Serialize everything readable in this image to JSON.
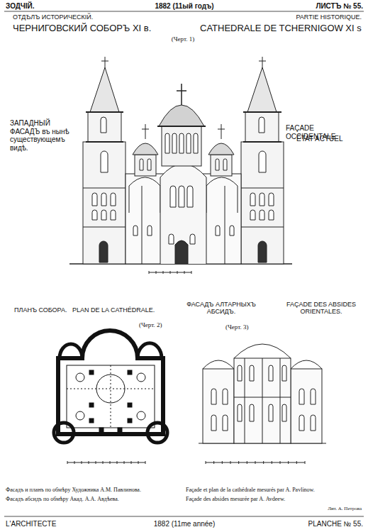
{
  "diagram": {
    "title": "ЧЕРНИГОВСКИЙ СОБОРЪ XI в.",
    "labels": [
      "ЗОДЧІЙ.",
      "1882 (11ый годъ)",
      "ЛИСТЪ № 55.",
      "ОТДѢЛЪ ИСТОРИЧЕСКІЙ.",
      "PARTIE HISTORIQUE.",
      "CATHEDRALE DE TCHERNIGOW XI s",
      "(Черт. 1)",
      "ЗАПАДНЫЙ ФАСАДЪ въ нынѣ существующемъ видѣ.",
      "FAÇADE OCCIDENTALE",
      "ÉTAT ACTUEL",
      "ПЛАНЪ СОБОРА.",
      "PLAN DE LA CATHÉDRALE.",
      "(Черт. 2)",
      "ФАСАДЪ АЛТАРНЫХЪ АБСИДЪ.",
      "FAÇADE DES ABSIDES ORIENTALES.",
      "(Черт. 3)",
      "Фасадъ и планъ по обмѣру Художника А.М. Павлинова.",
      "Фасадъ абсидъ по обмѣру Акад. А.А. Авдѣева.",
      "Façade et plan de la cathédrale mesurés par A. Pavlinow.",
      "Façade des absides mesurée par A. Avdeew.",
      "Лит. А. Петрова",
      "L'ARCHITECTE",
      "1882 (11me année)",
      "PLANCHE № 55."
    ]
  }
}
